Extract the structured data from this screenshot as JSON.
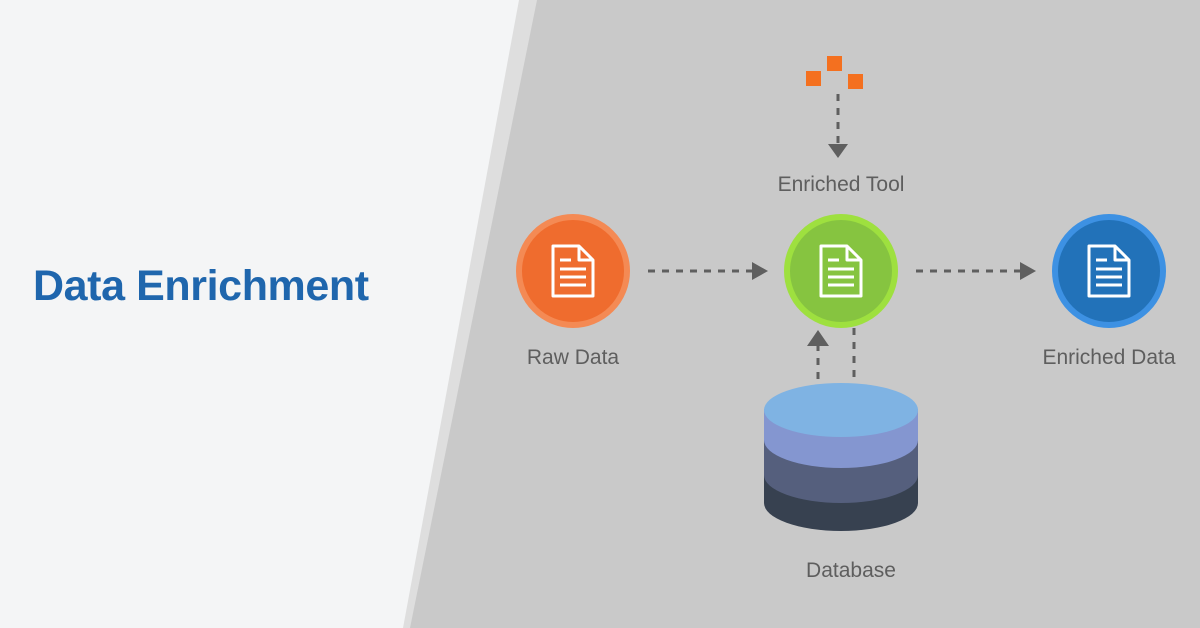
{
  "title": "Data Enrichment",
  "colors": {
    "title_blue": "#1f66ad",
    "background_gray": "#c9c9c9",
    "background_light": "#f4f5f6",
    "background_midband": "#dedede",
    "raw_data_orange": "#ef6c2e",
    "raw_data_orange_ring": "#f48a54",
    "enriched_tool_green": "#86c440",
    "enriched_tool_green_ring": "#9ee03f",
    "enriched_data_blue": "#2272b9",
    "enriched_data_blue_ring": "#3d91e3",
    "arrow_gray": "#5f5f5f",
    "label_gray": "#5e5e5e",
    "square_orange": "#f4701f",
    "db_top": "#7fb3e3",
    "db_band_1": "#8496d0",
    "db_band_2": "#555f7d",
    "db_band_3": "#374150"
  },
  "nodes": [
    {
      "id": "raw-data",
      "label": "Raw Data",
      "icon": "document-icon",
      "color": "orange"
    },
    {
      "id": "enriched-tool",
      "label": "Enriched Tool",
      "icon": "document-icon",
      "color": "green"
    },
    {
      "id": "enriched-data",
      "label": "Enriched Data",
      "icon": "document-icon",
      "color": "blue"
    },
    {
      "id": "database",
      "label": "Database",
      "icon": "database-cylinder-icon",
      "color": "blue-stack"
    }
  ],
  "labels": {
    "raw_data": "Raw Data",
    "enriched_tool": "Enriched Tool",
    "enriched_data": "Enriched Data",
    "database": "Database"
  },
  "connectors": [
    {
      "id": "raw-to-tool",
      "from": "raw-data",
      "to": "enriched-tool",
      "style": "dashed",
      "direction": "right"
    },
    {
      "id": "tool-to-enriched",
      "from": "enriched-tool",
      "to": "enriched-data",
      "style": "dashed",
      "direction": "right"
    },
    {
      "id": "squares-to-tool",
      "from": "data-squares",
      "to": "enriched-tool",
      "style": "dashed",
      "direction": "down"
    },
    {
      "id": "database-to-tool",
      "from": "database",
      "to": "enriched-tool",
      "style": "dashed",
      "direction": "up"
    },
    {
      "id": "tool-to-database",
      "from": "enriched-tool",
      "to": "database",
      "style": "dashed",
      "direction": "down"
    }
  ],
  "decorations": {
    "data_squares_count": 3,
    "data_squares_color": "#f4701f"
  }
}
